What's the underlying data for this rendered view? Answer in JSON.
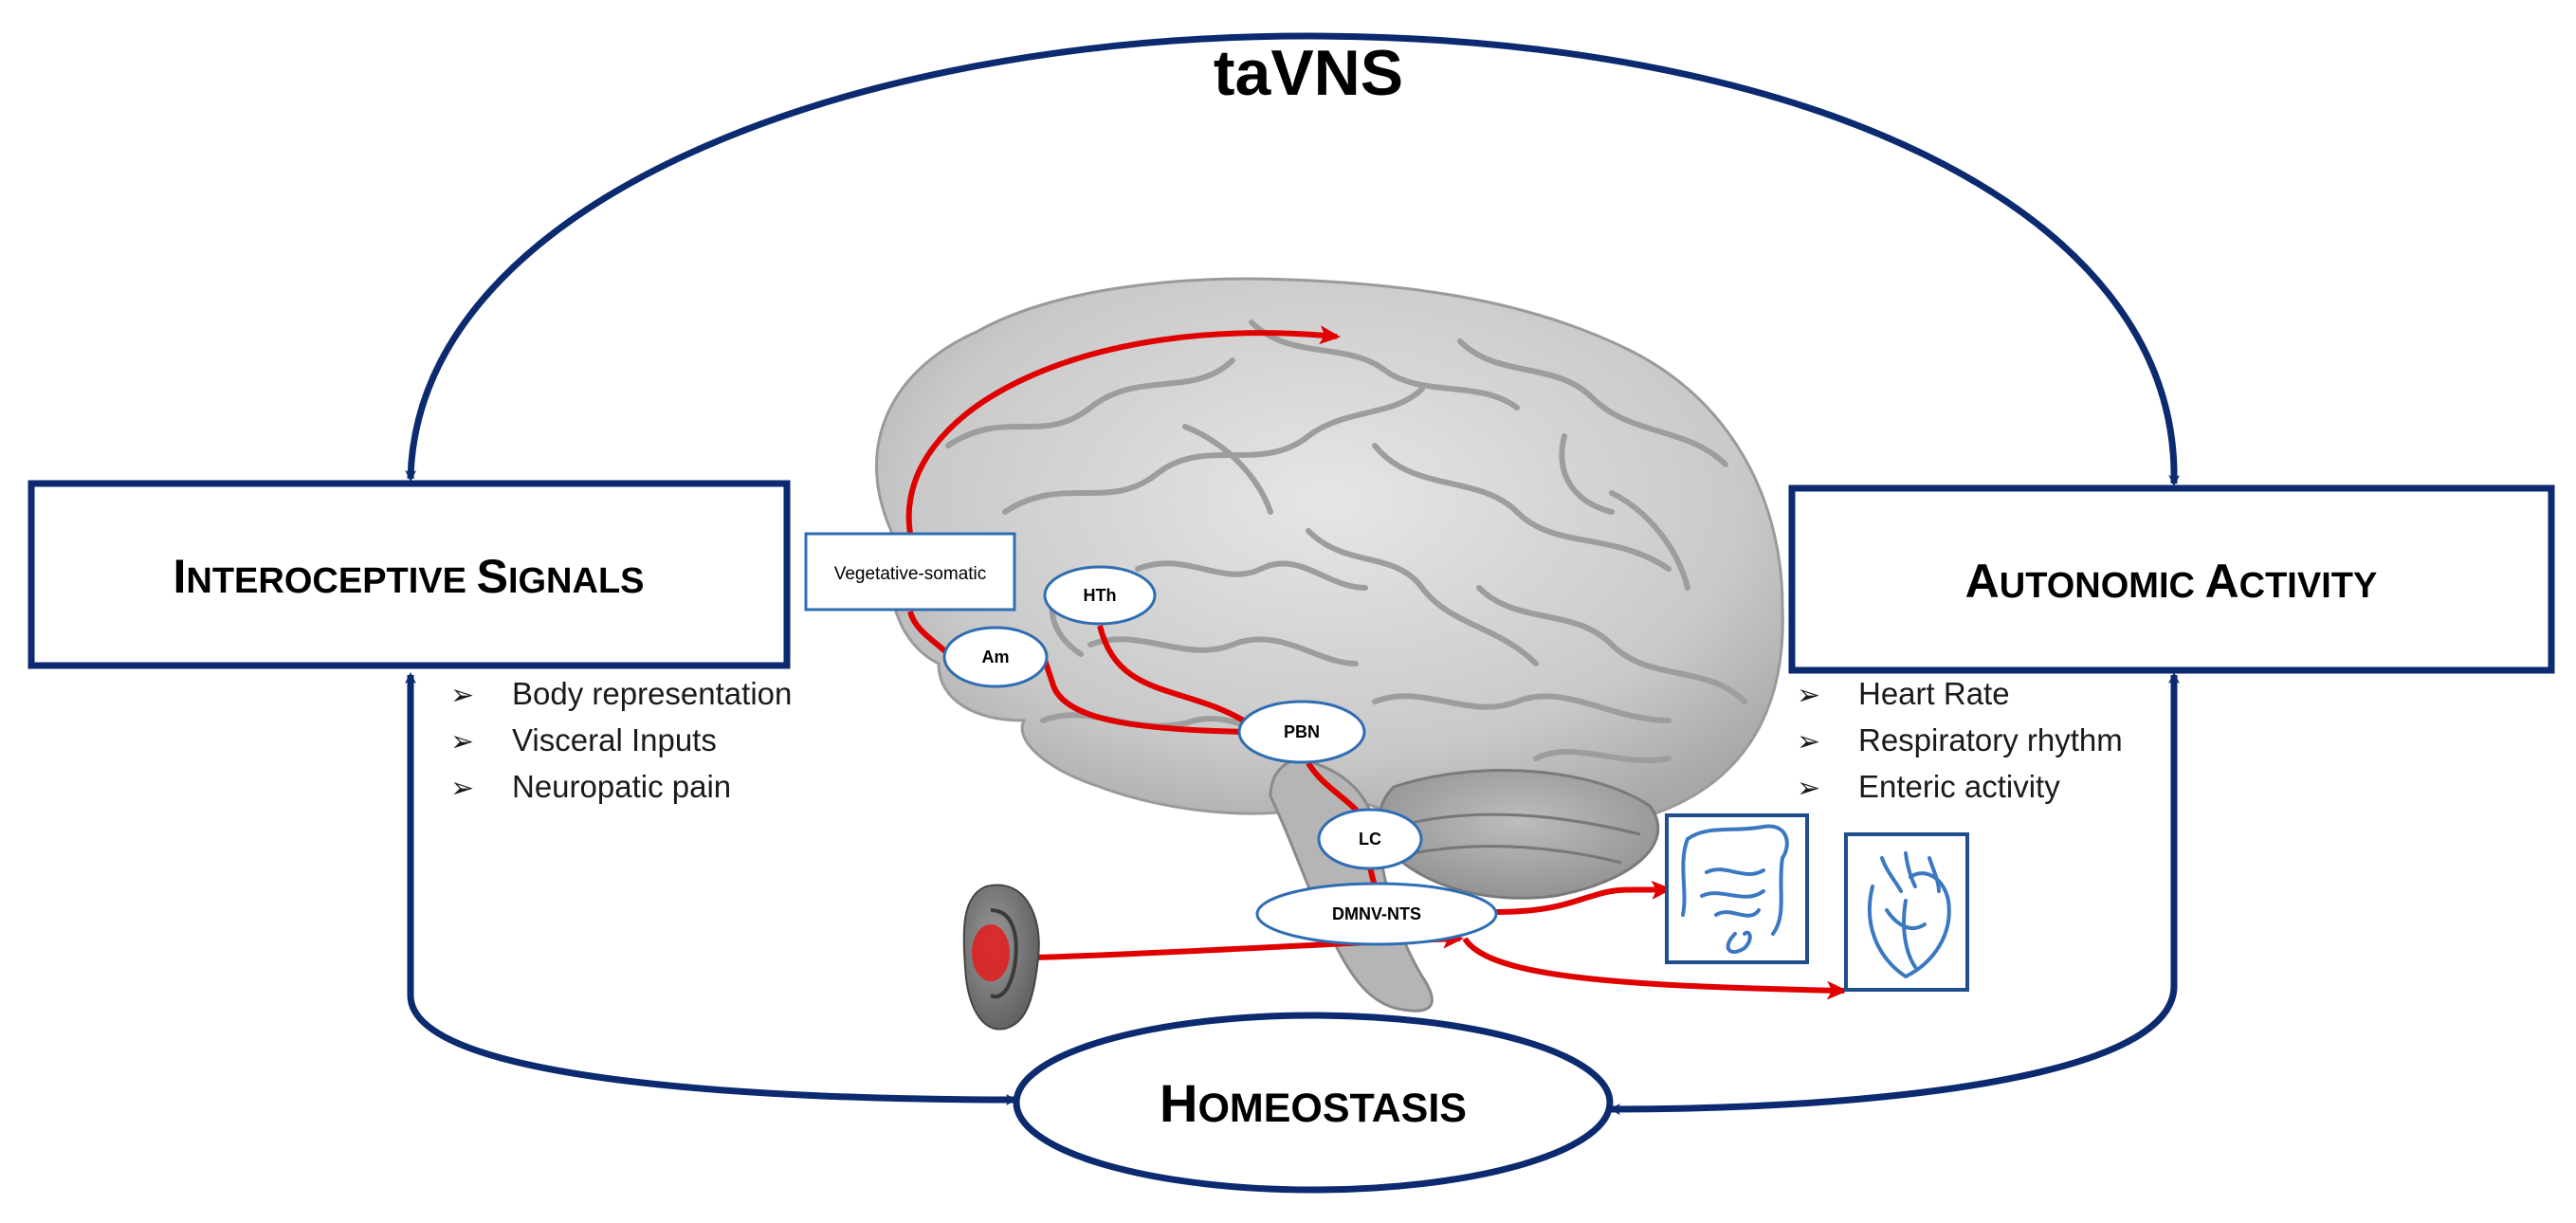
{
  "title": "taVNS",
  "boxes": {
    "interoceptive": {
      "cap1": "I",
      "rest1": "NTEROCEPTIVE",
      "cap2": "S",
      "rest2": "IGNALS"
    },
    "autonomic": {
      "cap1": "A",
      "rest1": "UTONOMIC",
      "cap2": "A",
      "rest2": "CTIVITY"
    },
    "homeostasis": {
      "cap1": "H",
      "rest1": "OMEOSTASIS"
    }
  },
  "interoceptive_items": [
    "Body representation",
    "Visceral Inputs",
    "Neuropatic pain"
  ],
  "autonomic_items": [
    "Heart Rate",
    "Respiratory rhythm",
    "Enteric activity"
  ],
  "bullet_glyph": "➢",
  "nodes": {
    "vegetative": "Vegetative-somatic",
    "hth": "HTh",
    "am": "Am",
    "pbn": "PBN",
    "lc": "LC",
    "dmnv": "DMNV-NTS"
  },
  "icons": [
    "ear-icon",
    "intestine-icon",
    "heart-icon",
    "brain-illustration"
  ],
  "colors": {
    "navy": "#0b2a6f",
    "pathway": "#e00000",
    "node_border": "#2f6db3",
    "brain": "#cfcfcf"
  }
}
